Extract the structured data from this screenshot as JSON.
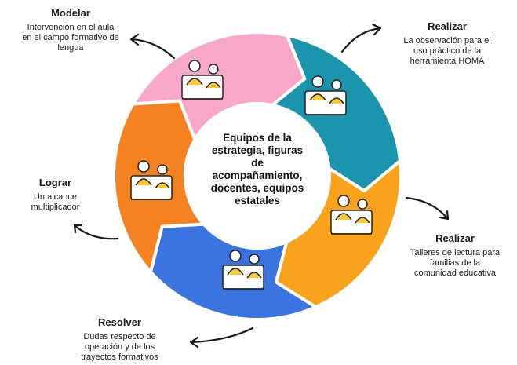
{
  "center": {
    "text": "Equipos de la\nestrategia, figuras\nde\nacompañamiento,\ndocentes, equipos\nestatales"
  },
  "segments": [
    {
      "color": "#f7a8c8",
      "title": "Modelar",
      "description": "Intervención en el aula\nen el campo formativo de\nlengua"
    },
    {
      "color": "#1a95ad",
      "title": "Realizar",
      "description": "La observación para el\nuso práctico de la\nherramienta HOMA"
    },
    {
      "color": "#f9a21b",
      "title": "Realizar",
      "description": "Talleres de lectura para\nfamilias de la\ncomunidad educativa"
    },
    {
      "color": "#3b74e0",
      "title": "Resolver",
      "description": "Dudas respecto de\noperación y de los\ntrayectos formativos"
    },
    {
      "color": "#f58220",
      "title": "Lograr",
      "description": "Un alcance\nmultiplicador"
    }
  ],
  "icons": [
    "people-presenting-icon",
    "person-at-board-icon",
    "people-reading-icon",
    "video-call-icon",
    "group-celebrating-icon"
  ]
}
